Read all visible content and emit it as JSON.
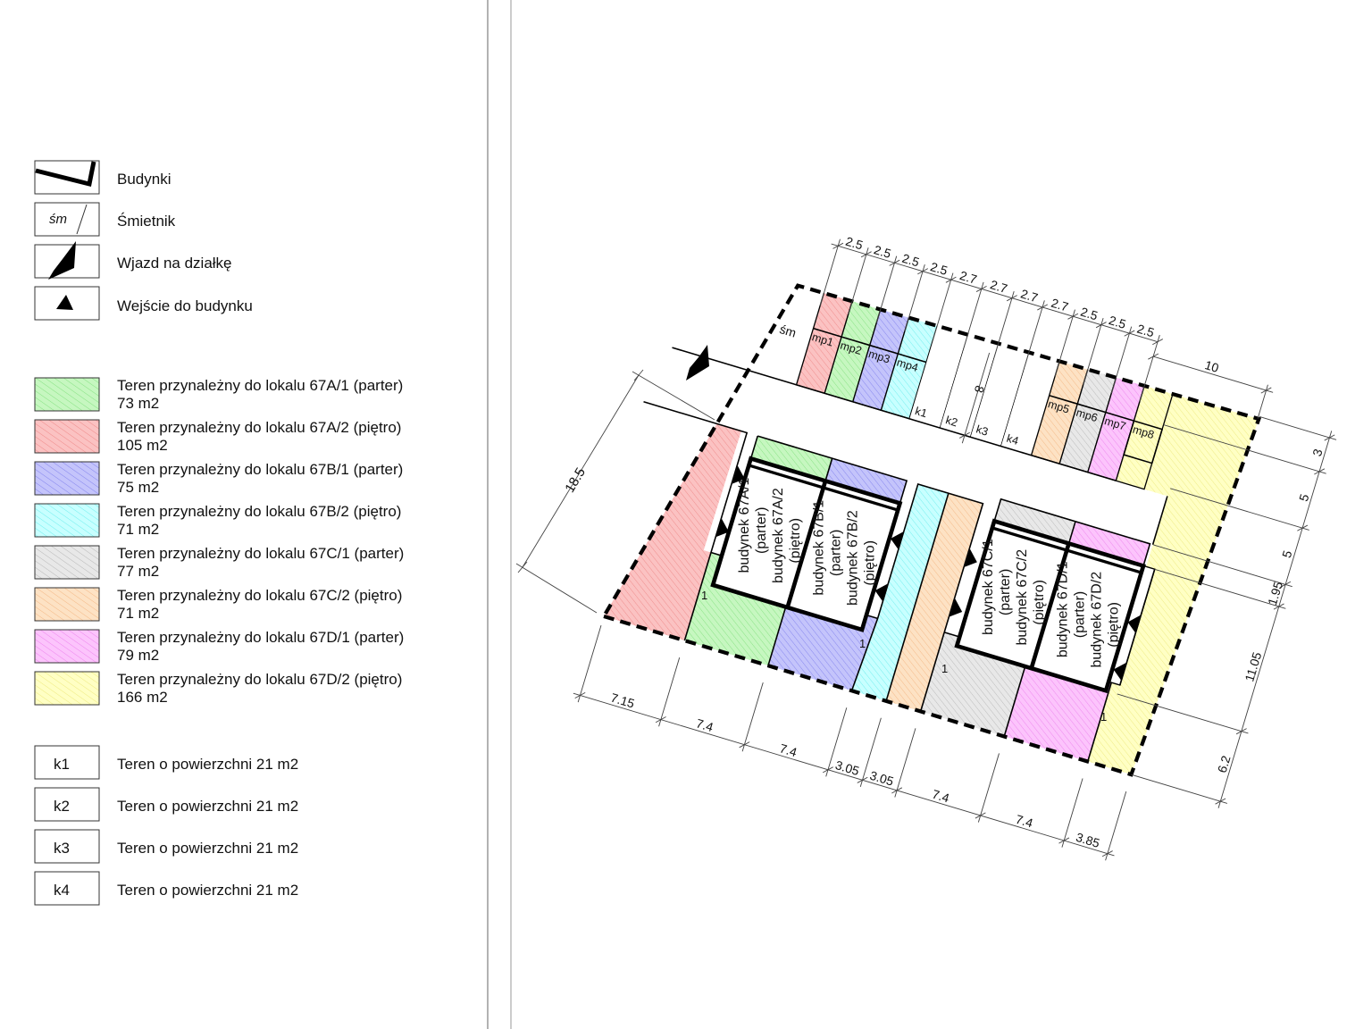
{
  "colors": {
    "green": {
      "bg": "#c6f7c0",
      "line": "#86e282"
    },
    "red": {
      "bg": "#fbc2c2",
      "line": "#ef8a8a"
    },
    "blue": {
      "bg": "#c4c4fb",
      "line": "#8484ee"
    },
    "cyan": {
      "bg": "#c8ffff",
      "line": "#70eeee"
    },
    "gray": {
      "bg": "#e8e8e8",
      "line": "#b8b8b8"
    },
    "orange": {
      "bg": "#fde2c4",
      "line": "#f4b886"
    },
    "magenta": {
      "bg": "#fcc4fc",
      "line": "#ee84ee"
    },
    "yellow": {
      "bg": "#ffffc4",
      "line": "#eeea80"
    }
  },
  "legend": {
    "symbols": [
      {
        "icon": "building-outline-icon",
        "label": "Budynki"
      },
      {
        "icon": "trash-bin-icon",
        "icon_text": "śm",
        "label": "Śmietnik"
      },
      {
        "icon": "driveway-arrow-icon",
        "label": "Wjazd na działkę"
      },
      {
        "icon": "entrance-triangle-icon",
        "label": "Wejście do budynku"
      }
    ],
    "areas": [
      {
        "color": "green",
        "label": "Teren przynależny do lokalu 67A/1 (parter)",
        "area": "73 m2"
      },
      {
        "color": "red",
        "label": "Teren przynależny do lokalu 67A/2 (piętro)",
        "area": "105 m2"
      },
      {
        "color": "blue",
        "label": "Teren przynależny do lokalu 67B/1 (parter)",
        "area": "75 m2"
      },
      {
        "color": "cyan",
        "label": "Teren przynależny do lokalu 67B/2 (piętro)",
        "area": "71 m2"
      },
      {
        "color": "gray",
        "label": "Teren przynależny do lokalu 67C/1 (parter)",
        "area": "77 m2"
      },
      {
        "color": "orange",
        "label": "Teren przynależny do lokalu 67C/2 (piętro)",
        "area": "71 m2"
      },
      {
        "color": "magenta",
        "label": "Teren przynależny do lokalu 67D/1 (parter)",
        "area": "79 m2"
      },
      {
        "color": "yellow",
        "label": "Teren przynależny do lokalu 67D/2 (piętro)",
        "area": "166 m2"
      }
    ],
    "plots": [
      {
        "code": "k1",
        "label": "Teren o powierzchni 21 m2"
      },
      {
        "code": "k2",
        "label": "Teren o powierzchni 21 m2"
      },
      {
        "code": "k3",
        "label": "Teren o powierzchni 21 m2"
      },
      {
        "code": "k4",
        "label": "Teren o powierzchni 21 m2"
      }
    ]
  },
  "plan": {
    "trash_label": "śm",
    "parking": [
      {
        "label": "mp1",
        "color": "red"
      },
      {
        "label": "mp2",
        "color": "green"
      },
      {
        "label": "mp3",
        "color": "blue"
      },
      {
        "label": "mp4",
        "color": "cyan"
      },
      {
        "label": "k1",
        "color": null
      },
      {
        "label": "k2",
        "color": null
      },
      {
        "label": "k3",
        "color": null
      },
      {
        "label": "k4",
        "color": null
      },
      {
        "label": "mp5",
        "color": "orange"
      },
      {
        "label": "mp6",
        "color": "gray"
      },
      {
        "label": "mp7",
        "color": "magenta"
      },
      {
        "label": "mp8",
        "color": "yellow"
      }
    ],
    "buildings": [
      {
        "line1": "budynek 67A/1",
        "line2": "(parter)"
      },
      {
        "line1": "budynek 67A/2",
        "line2": "(piętro)"
      },
      {
        "line1": "budynek 67B/1",
        "line2": "(parter)"
      },
      {
        "line1": "budynek 67B/2",
        "line2": "(piętro)"
      },
      {
        "line1": "budynek 67C/1",
        "line2": "(parter)"
      },
      {
        "line1": "budynek 67C/2",
        "line2": "(piętro)"
      },
      {
        "line1": "budynek 67D/1",
        "line2": "(parter)"
      },
      {
        "line1": "budynek 67D/2",
        "line2": "(piętro)"
      }
    ],
    "dimensions": {
      "top": [
        "2.5",
        "2.5",
        "2.5",
        "2.5",
        "2.7",
        "2.7",
        "2.7",
        "2.7",
        "2.5",
        "2.5",
        "2.5"
      ],
      "top_right": "10",
      "parking_depth": "8",
      "left": "18.5",
      "bottom": [
        "7.15",
        "7.4",
        "7.4",
        "3.05",
        "3.05",
        "7.4",
        "7.4",
        "3.85"
      ],
      "right": [
        "6.2",
        "11.05",
        "1.95",
        "5",
        "5",
        "3"
      ],
      "entrance_offsets": [
        "1",
        "1",
        "1",
        "1"
      ]
    }
  }
}
